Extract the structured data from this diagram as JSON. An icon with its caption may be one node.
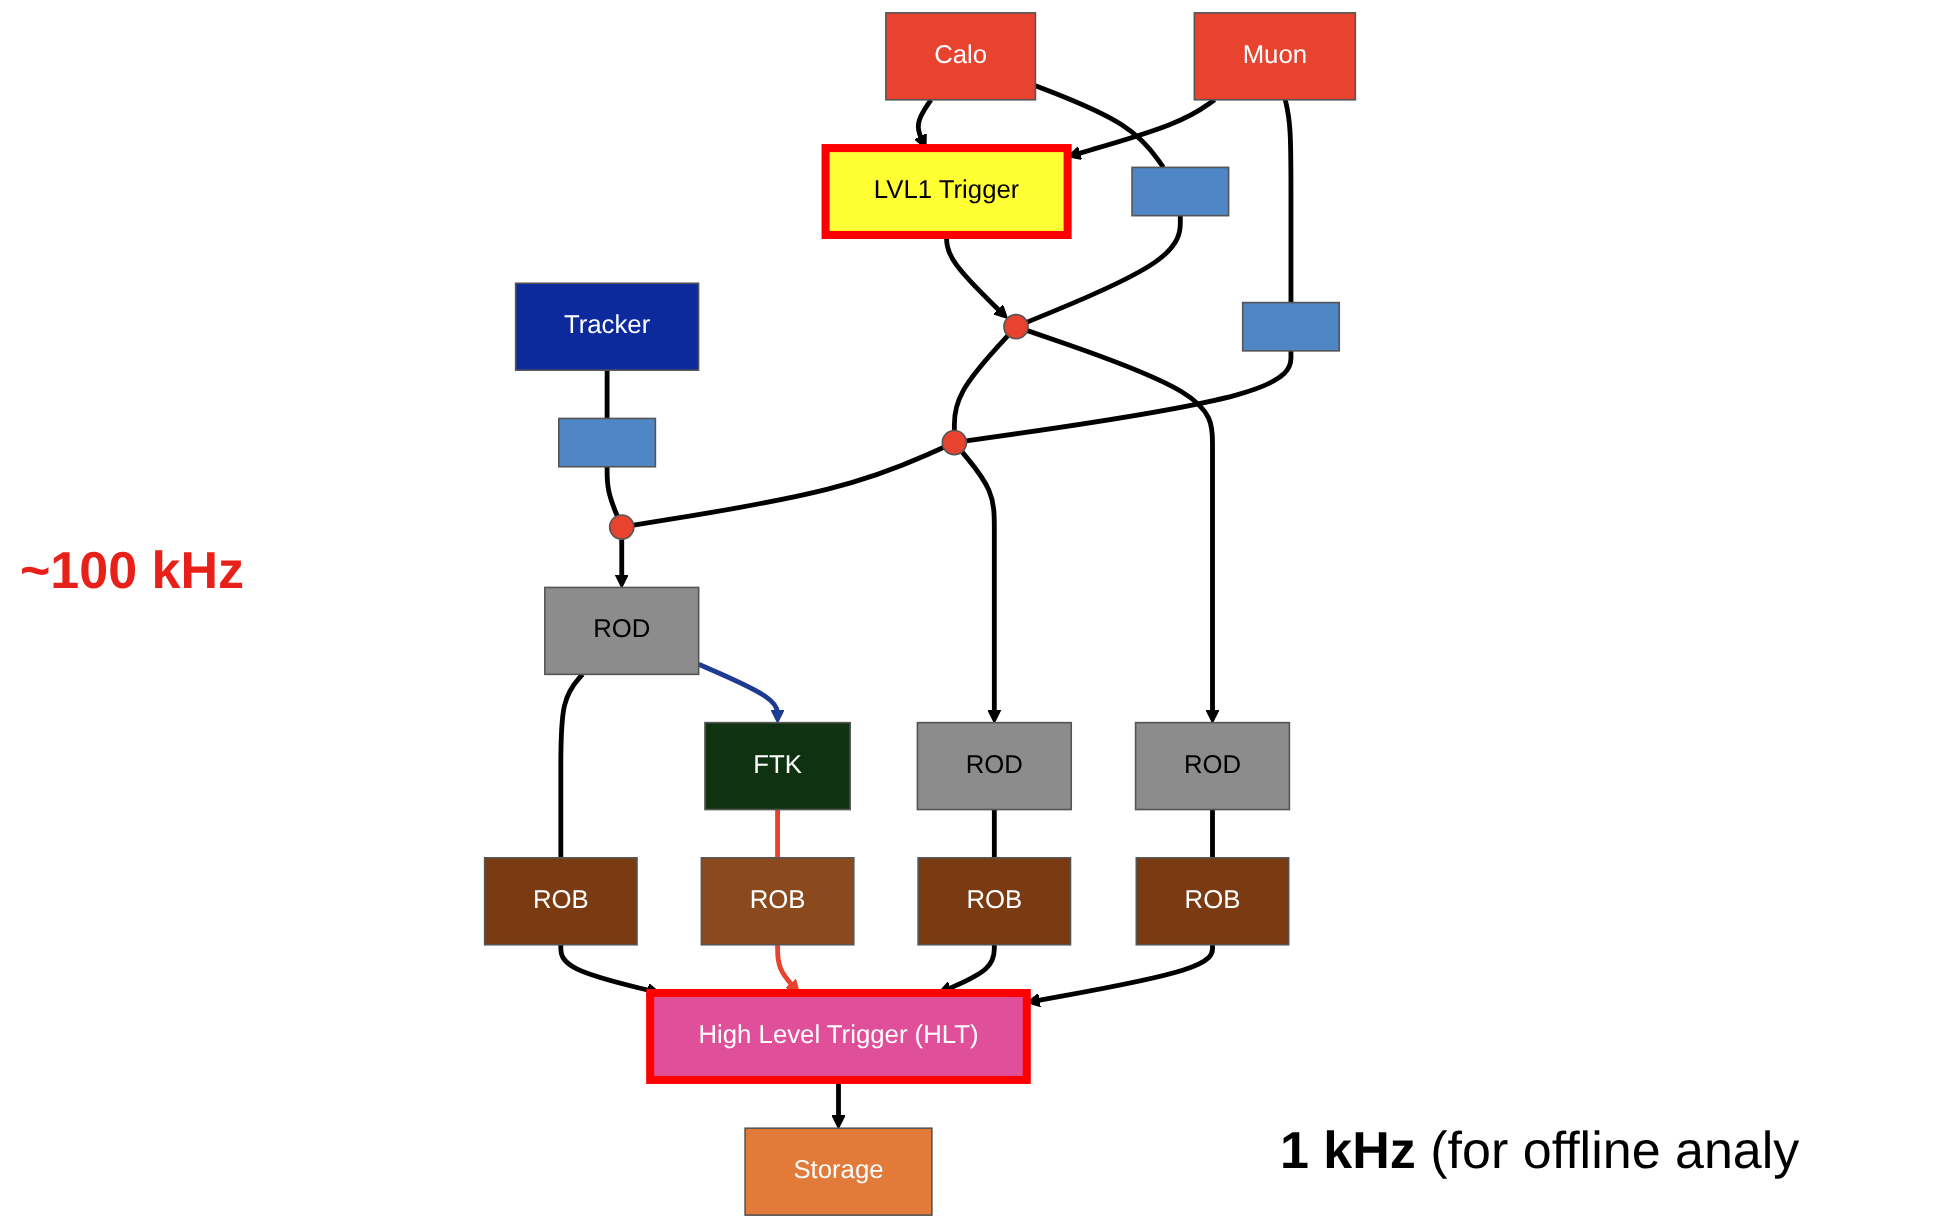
{
  "diagram": {
    "nodes": [
      {
        "text": [
          "Calo"
        ]
      },
      {
        "text": [
          "Muon"
        ]
      },
      {
        "text": [
          "Tracker"
        ]
      },
      {
        "text": [
          "LVL1 Trigger"
        ]
      },
      {
        "text": [],
        "shape": "bar"
      },
      {
        "text": [],
        "shape": "bar"
      },
      {
        "text": [],
        "shape": "bar"
      },
      {
        "text": [],
        "shape": "circle"
      },
      {
        "text": [],
        "shape": "circle"
      },
      {
        "text": [],
        "shape": "circle"
      },
      {
        "text": [
          "ROD"
        ]
      },
      {
        "text": [
          "ROD"
        ]
      },
      {
        "text": [
          "ROD"
        ]
      },
      {
        "text": [
          "ROB"
        ]
      },
      {
        "text": [
          "ROB"
        ]
      },
      {
        "text": [
          "ROB"
        ]
      },
      {
        "text": [
          "FTK"
        ]
      },
      {
        "text": [
          "ROB"
        ]
      },
      {
        "text": [
          "High Level Trigger (HLT)"
        ]
      },
      {
        "text": [
          "Storage"
        ]
      }
    ],
    "edges": [
      {
        "from": 0,
        "to": 3,
        "arrow": "to"
      },
      {
        "from": 1,
        "to": 3,
        "arrow": "to"
      },
      {
        "from": 0,
        "to": 4,
        "arrow": "none"
      },
      {
        "from": 1,
        "to": 5,
        "arrow": "none"
      },
      {
        "from": 2,
        "to": 6,
        "arrow": "none"
      },
      {
        "from": 4,
        "to": 7,
        "arrow": "none"
      },
      {
        "from": 5,
        "to": 8,
        "arrow": "none"
      },
      {
        "from": 6,
        "to": 9,
        "arrow": "none"
      },
      {
        "from": 3,
        "to": 7,
        "arrow": "to"
      },
      {
        "from": 7,
        "to": 8,
        "arrow": "none"
      },
      {
        "from": 8,
        "to": 9,
        "arrow": "none"
      },
      {
        "from": 7,
        "to": 10,
        "arrow": "to"
      },
      {
        "from": 8,
        "to": 11,
        "arrow": "to"
      },
      {
        "from": 9,
        "to": 12,
        "arrow": "to"
      },
      {
        "from": 10,
        "to": 13,
        "arrow": "none"
      },
      {
        "from": 11,
        "to": 14,
        "arrow": "none"
      },
      {
        "from": 12,
        "to": 15,
        "arrow": "none"
      },
      {
        "from": 13,
        "to": 18,
        "arrow": "to"
      },
      {
        "from": 14,
        "to": 18,
        "arrow": "to"
      },
      {
        "from": 15,
        "to": 18,
        "arrow": "to"
      },
      {
        "from": 12,
        "to": 16,
        "arrow": "to",
        "color": "#1f3a93"
      },
      {
        "from": 16,
        "to": 17,
        "arrow": "none",
        "color": "#e8432f"
      },
      {
        "from": 17,
        "to": 18,
        "arrow": "to",
        "color": "#e8432f"
      },
      {
        "from": 18,
        "to": 19,
        "arrow": "to"
      }
    ],
    "labels": [
      "~100 kHz",
      "**1 kHz** (for offline analy"
    ]
  }
}
